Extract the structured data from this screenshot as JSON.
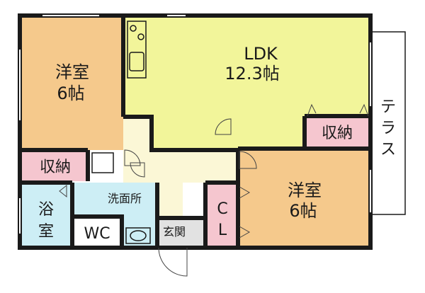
{
  "colors": {
    "ldk": "#f2f59a",
    "western_room": "#f5c98c",
    "storage": "#f5c6cf",
    "wet_area": "#cdeef5",
    "hall": "#fbf7d6",
    "entrance": "#e2e2e2",
    "terrace": "#ffffff"
  },
  "rooms": {
    "ldk": {
      "name": "LDK",
      "size": "12.3帖"
    },
    "western_room_left": {
      "name": "洋室",
      "size": "6帖"
    },
    "western_room_right": {
      "name": "洋室",
      "size": "6帖"
    },
    "storage_left": "収納",
    "storage_right": "収納",
    "bathroom": {
      "line1": "浴",
      "line2": "室"
    },
    "washroom": "洗面所",
    "toilet": "WC",
    "entrance": "玄関",
    "closet": {
      "line1": "C",
      "line2": "L"
    },
    "terrace": [
      "テ",
      "ラ",
      "ス"
    ]
  }
}
